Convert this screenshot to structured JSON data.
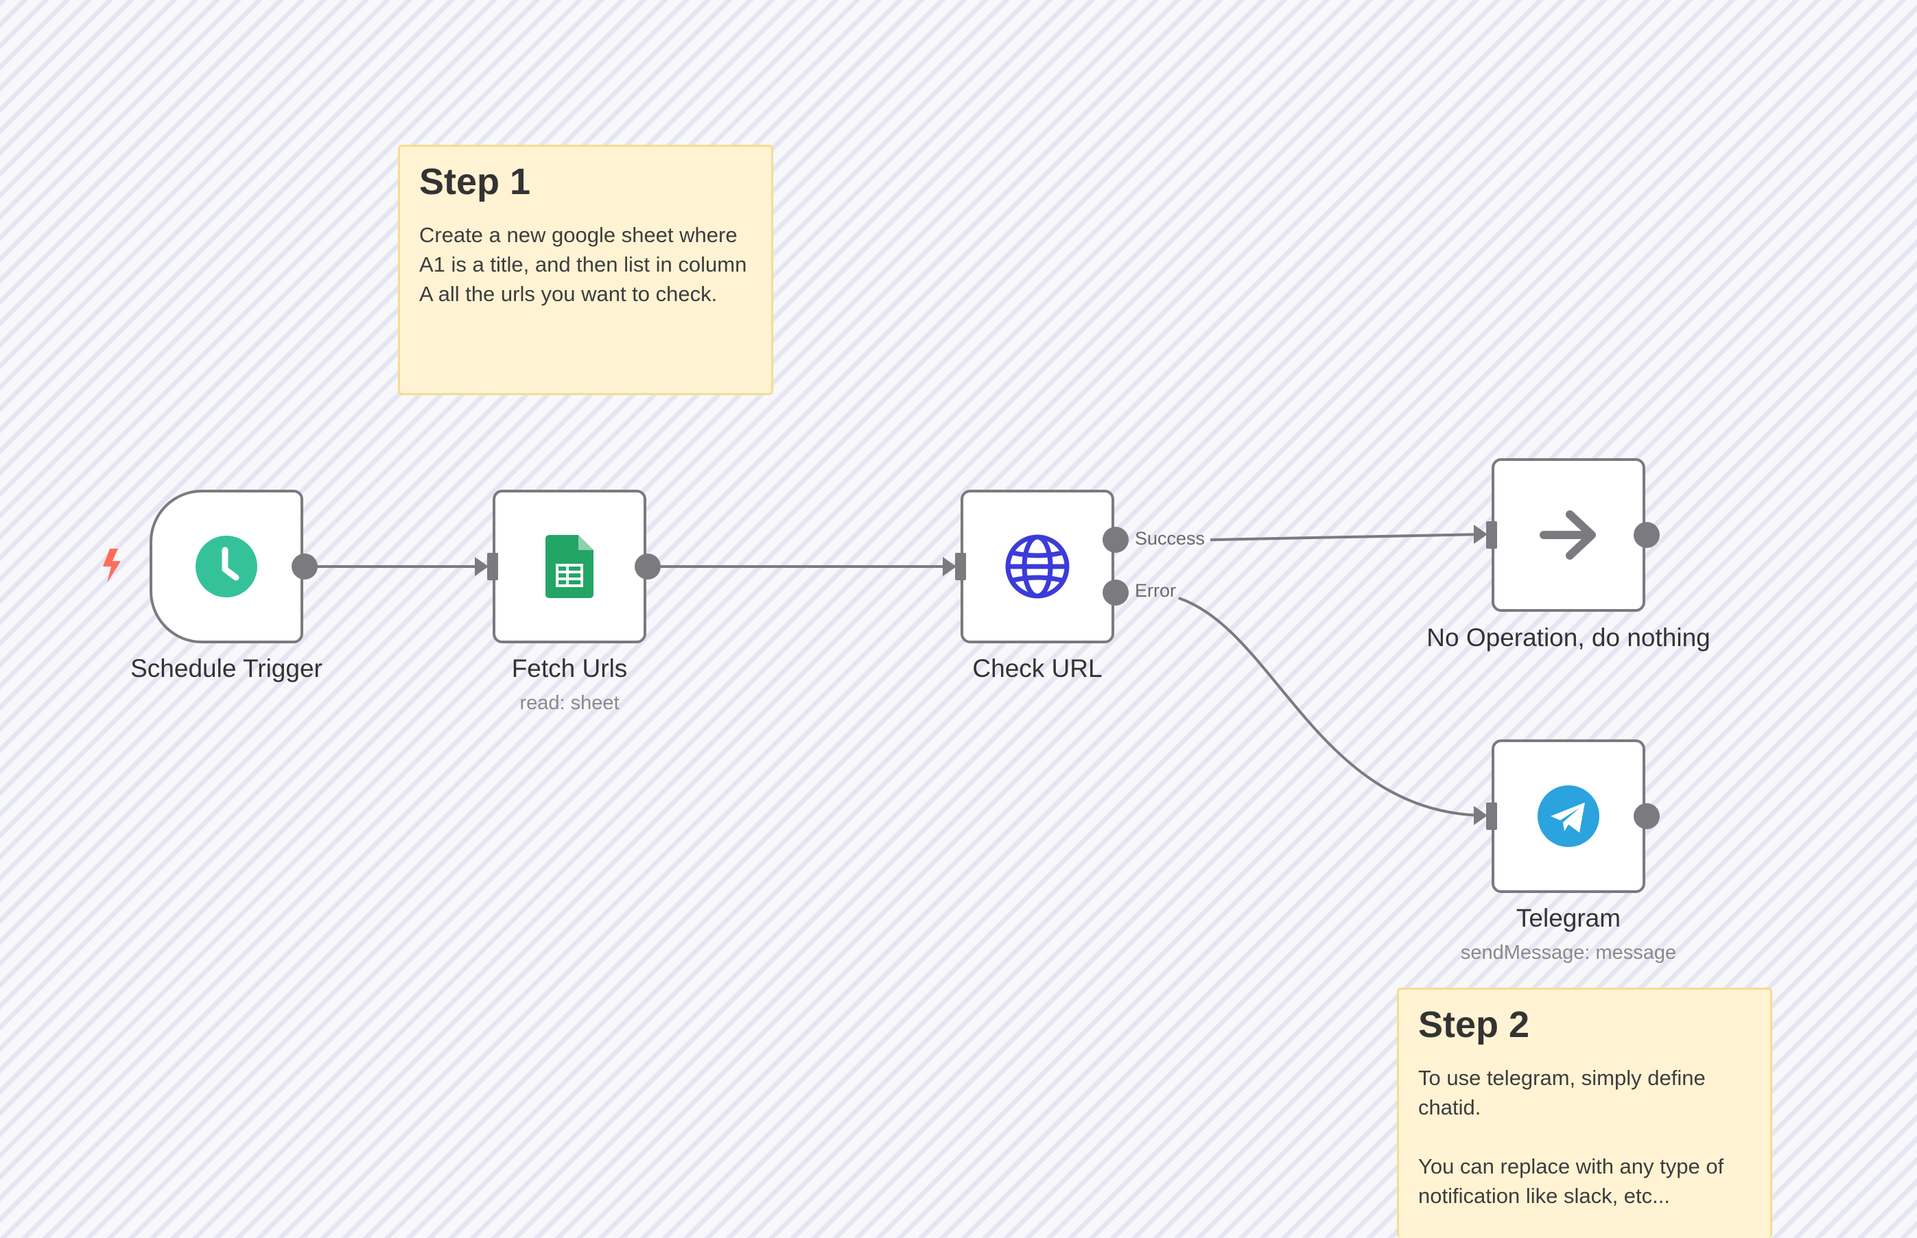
{
  "sticky_notes": [
    {
      "title": "Step 1",
      "text": "Create a new google sheet where A1 is a title, and then list in column A all the urls you want to check."
    },
    {
      "title": "Step 2",
      "text": "To use telegram, simply define chatid.\n\nYou can replace with any type of notification like slack, etc..."
    }
  ],
  "nodes": [
    {
      "name": "Schedule Trigger",
      "subtitle": "",
      "icon": "clock-icon"
    },
    {
      "name": "Fetch Urls",
      "subtitle": "read: sheet",
      "icon": "google-sheets-icon"
    },
    {
      "name": "Check URL",
      "subtitle": "",
      "icon": "globe-icon"
    },
    {
      "name": "No Operation, do nothing",
      "subtitle": "",
      "icon": "arrow-right-icon"
    },
    {
      "name": "Telegram",
      "subtitle": "sendMessage: message",
      "icon": "telegram-icon"
    }
  ],
  "outputs": {
    "success_label": "Success",
    "error_label": "Error"
  },
  "colors": {
    "canvas_bg": "#f7f7fc",
    "node_border": "#7a7a7f",
    "edge": "#7a7a7f",
    "sticky_bg": "#fff3d4",
    "sticky_border": "#f7dc8f",
    "trigger_bolt": "#ff6d5a",
    "clock": "#35c29a",
    "sheets": "#23a566",
    "globe": "#3b3bd9",
    "telegram": "#2aa3df",
    "noop_arrow": "#7a7a7f"
  }
}
